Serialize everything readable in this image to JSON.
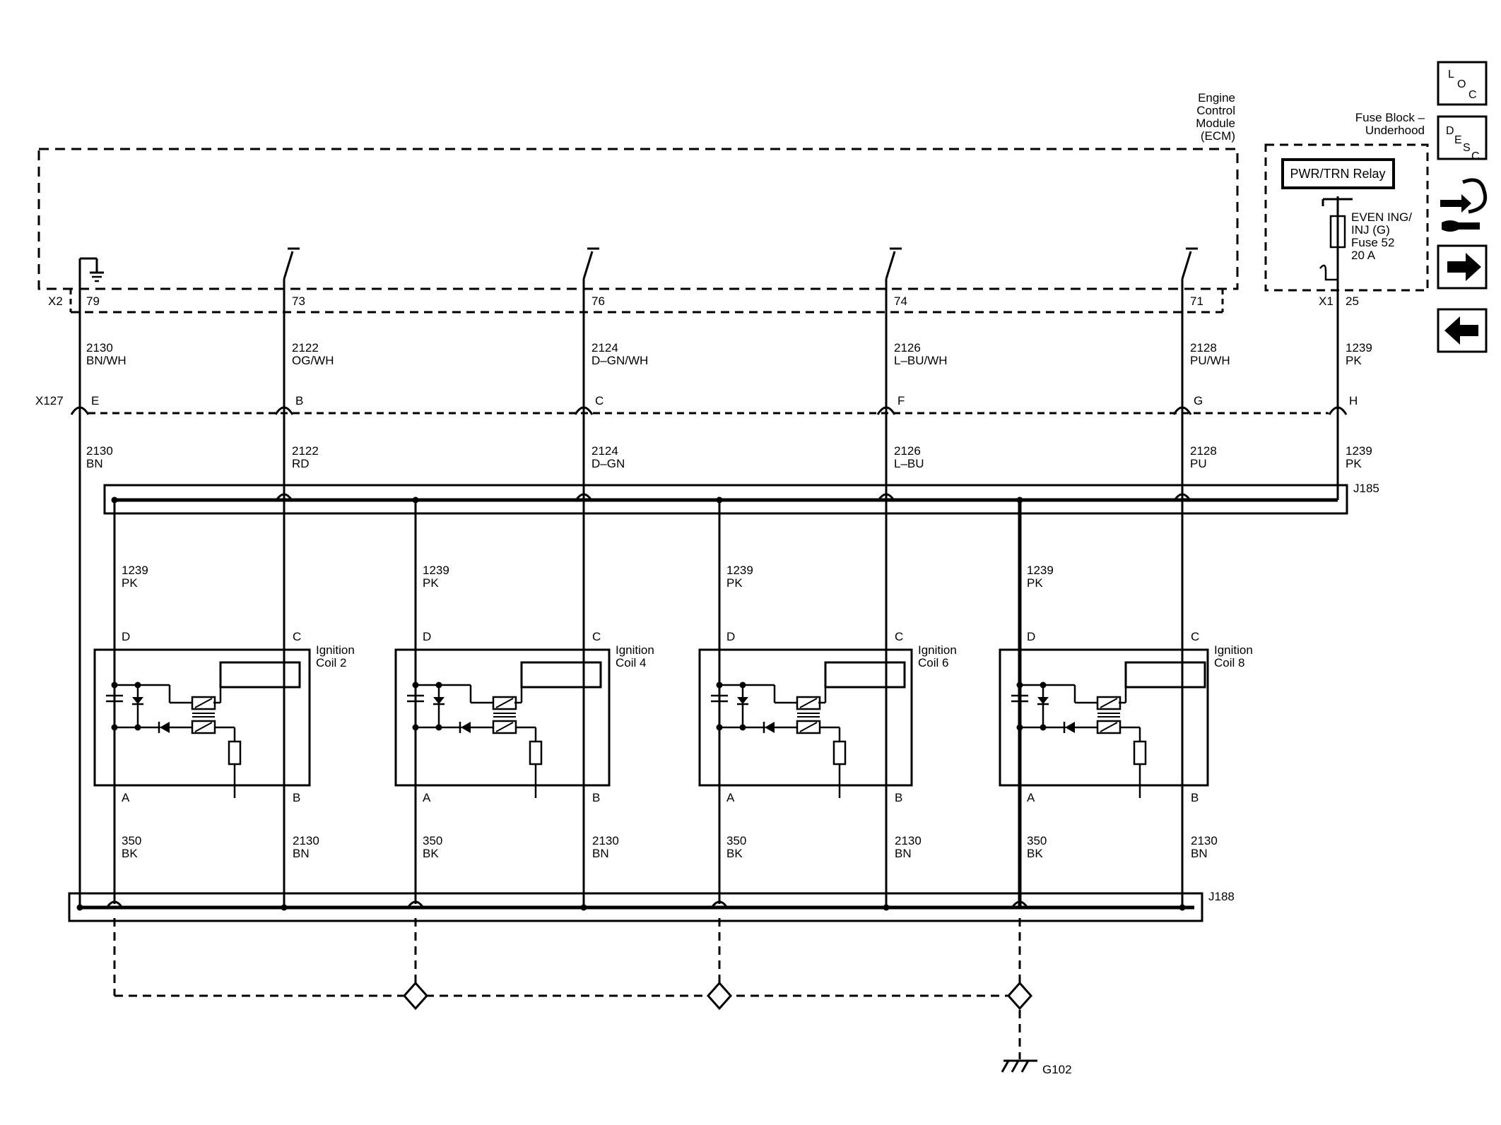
{
  "ecm": {
    "label_lines": [
      "Engine",
      "Control",
      "Module",
      "(ECM)"
    ],
    "connector": "X2"
  },
  "fuse_block": {
    "label_lines": [
      "Fuse Block –",
      "Underhood"
    ],
    "relay": "PWR/TRN Relay",
    "fuse_lines": [
      "EVEN ING/",
      "INJ (G)",
      "Fuse 52",
      "20 A"
    ],
    "connector": "X1",
    "pin": "25"
  },
  "inline_connector": "X127",
  "splices": {
    "top": "J185",
    "bottom": "J188"
  },
  "ground": "G102",
  "circuits": [
    {
      "ecm_pin": "79",
      "upper": [
        "2130",
        "BN/WH"
      ],
      "x127": "E",
      "lower": [
        "2130",
        "BN"
      ]
    },
    {
      "ecm_pin": "73",
      "upper": [
        "2122",
        "OG/WH"
      ],
      "x127": "B",
      "lower": [
        "2122",
        "RD"
      ]
    },
    {
      "ecm_pin": "76",
      "upper": [
        "2124",
        "D–GN/WH"
      ],
      "x127": "C",
      "lower": [
        "2124",
        "D–GN"
      ]
    },
    {
      "ecm_pin": "74",
      "upper": [
        "2126",
        "L–BU/WH"
      ],
      "x127": "F",
      "lower": [
        "2126",
        "L–BU"
      ]
    },
    {
      "ecm_pin": "71",
      "upper": [
        "2128",
        "PU/WH"
      ],
      "x127": "G",
      "lower": [
        "2128",
        "PU"
      ]
    },
    {
      "ecm_pin": "",
      "upper": [
        "1239",
        "PK"
      ],
      "x127": "H",
      "lower": [
        "1239",
        "PK"
      ]
    }
  ],
  "coils": [
    {
      "name_lines": [
        "Ignition",
        "Coil 2"
      ],
      "pins": [
        "D",
        "C",
        "A",
        "B"
      ],
      "feed": [
        "1239",
        "PK"
      ],
      "ground": [
        "350",
        "BK"
      ],
      "return": [
        "2130",
        "BN"
      ]
    },
    {
      "name_lines": [
        "Ignition",
        "Coil 4"
      ],
      "pins": [
        "D",
        "C",
        "A",
        "B"
      ],
      "feed": [
        "1239",
        "PK"
      ],
      "ground": [
        "350",
        "BK"
      ],
      "return": [
        "2130",
        "BN"
      ]
    },
    {
      "name_lines": [
        "Ignition",
        "Coil 6"
      ],
      "pins": [
        "D",
        "C",
        "A",
        "B"
      ],
      "feed": [
        "1239",
        "PK"
      ],
      "ground": [
        "350",
        "BK"
      ],
      "return": [
        "2130",
        "BN"
      ]
    },
    {
      "name_lines": [
        "Ignition",
        "Coil 8"
      ],
      "pins": [
        "D",
        "C",
        "A",
        "B"
      ],
      "feed": [
        "1239",
        "PK"
      ],
      "ground": [
        "350",
        "BK"
      ],
      "return": [
        "2130",
        "BN"
      ]
    }
  ],
  "nav": {
    "loc": [
      "L",
      "O",
      "C"
    ],
    "desc": [
      "D",
      "E",
      "S",
      "C"
    ],
    "icons": [
      "connector-icon",
      "next-arrow-icon",
      "previous-arrow-icon"
    ]
  }
}
